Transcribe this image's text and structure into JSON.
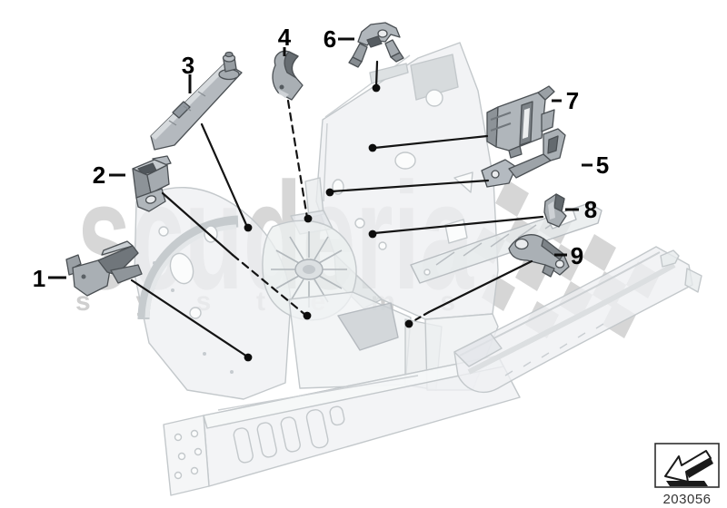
{
  "watermark": {
    "brand": "scuderia",
    "sub": "systems",
    "flag_icon": "checkered-flag-watermark",
    "color": "#d7d7d7"
  },
  "callouts": [
    {
      "label": "1"
    },
    {
      "label": "2"
    },
    {
      "label": "3"
    },
    {
      "label": "4"
    },
    {
      "label": "5"
    },
    {
      "label": "6"
    },
    {
      "label": "7"
    },
    {
      "label": "8"
    },
    {
      "label": "9"
    }
  ],
  "footer": {
    "code": "203056",
    "icon": "direction-arrow-down-left-icon"
  },
  "colors": {
    "background": "#ffffff",
    "leader_line": "#141414",
    "callout_text": "#000000",
    "part_metal": "#aab0b5",
    "body_outline": "#c3c8cb",
    "watermark_gray": "#d7d7d7"
  }
}
